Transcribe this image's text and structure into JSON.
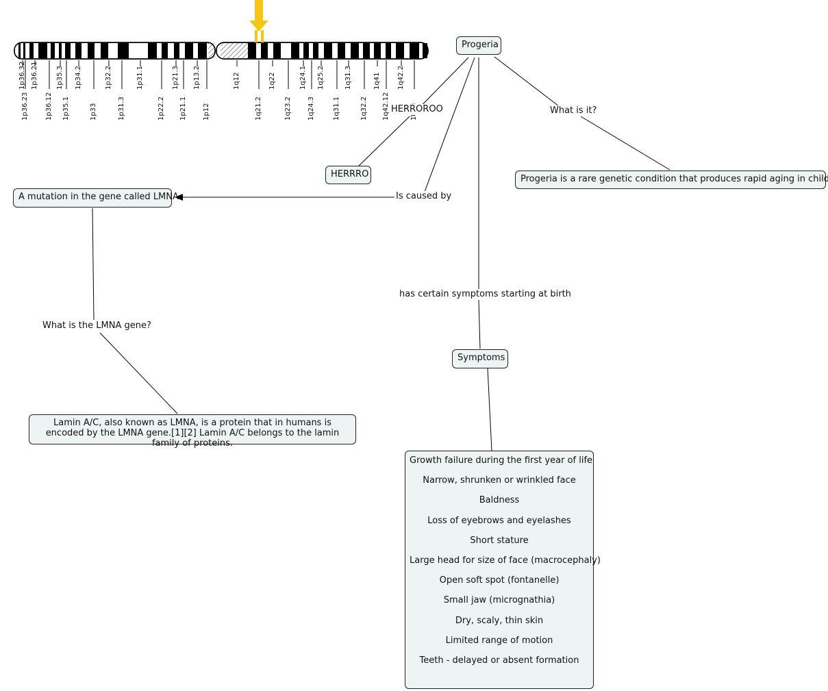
{
  "colors": {
    "node_fill": "#eef3f4",
    "node_border": "#222222",
    "marker": "#f5c518",
    "band_dark": "#000000",
    "band_light": "#ffffff"
  },
  "chromosome": {
    "upper_labels": [
      "1p36.32",
      "1p36.21",
      "1p35.3",
      "1p34.2",
      "1p32.2",
      "1p31.1",
      "1p21.3",
      "1p13.2",
      "1q12",
      "1q22",
      "1q24.1",
      "1q25.2",
      "1q31.3",
      "1q41",
      "1q42.2"
    ],
    "lower_labels": [
      "1p36.23",
      "1p36.12",
      "1p35.1",
      "1p33",
      "1p31.3",
      "1p22.2",
      "1p21.1",
      "1p12",
      "1q21.2",
      "1q23.2",
      "1q24.3",
      "1q31.1",
      "1q32.2",
      "1q42.12",
      "1q43"
    ]
  },
  "nodes": {
    "progeria": "Progeria",
    "herrro": "HERRRO",
    "definition": "Progeria is a rare genetic condition that produces rapid aging in children",
    "mutation": "A mutation in the gene called LMNA",
    "lamin": "Lamin A/C, also known as LMNA, is a protein that in humans is encoded by the LMNA gene.[1][2] Lamin A/C belongs to the lamin family of proteins.",
    "symptoms": "Symptoms",
    "symptom_list": [
      "Growth failure during the first year of life",
      "Narrow, shrunken or wrinkled face",
      "Baldness",
      "Loss of eyebrows and eyelashes",
      "Short stature",
      "Large head for size of face (macrocephaly)",
      "Open soft spot (fontanelle)",
      "Small jaw (micrognathia)",
      "Dry, scaly, thin skin",
      "Limited range of motion",
      "Teeth - delayed or absent formation"
    ]
  },
  "links": {
    "herroroo": "HERROROO",
    "what_is_it": "What is it?",
    "is_caused_by": "Is caused by",
    "has_symptoms": "has certain symptoms starting at birth",
    "what_is_lmna": "What is the LMNA gene?"
  }
}
